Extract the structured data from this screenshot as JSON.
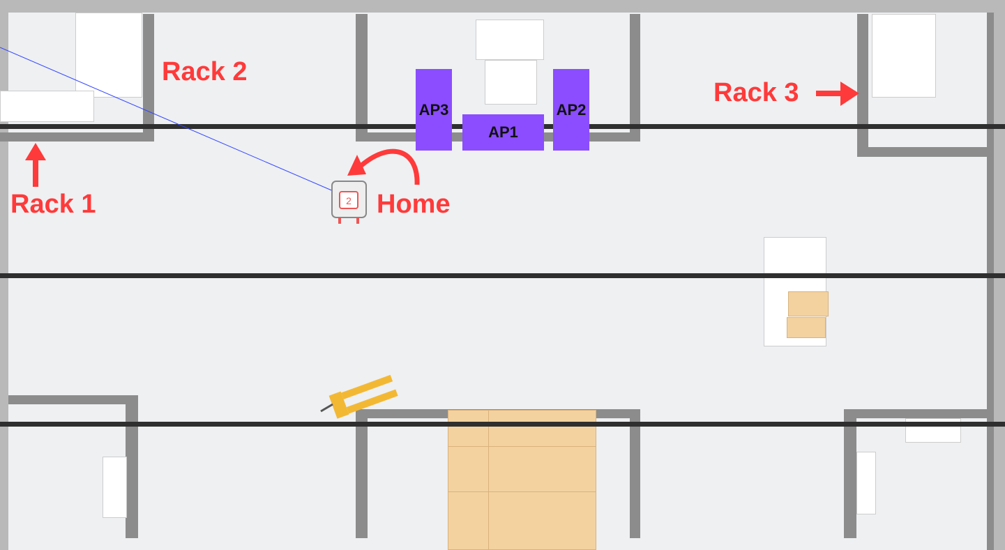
{
  "labels": {
    "rack1": "Rack 1",
    "rack2": "Rack 2",
    "rack3": "Rack 3",
    "home": "Home"
  },
  "access_points": {
    "ap1": "AP1",
    "ap2": "AP2",
    "ap3": "AP3"
  },
  "colors": {
    "label": "#ff3a3a",
    "access_point": "#8b4dff",
    "path": "#3344ff",
    "lane": "#2f2f2f",
    "wall": "#8c8c8c"
  }
}
